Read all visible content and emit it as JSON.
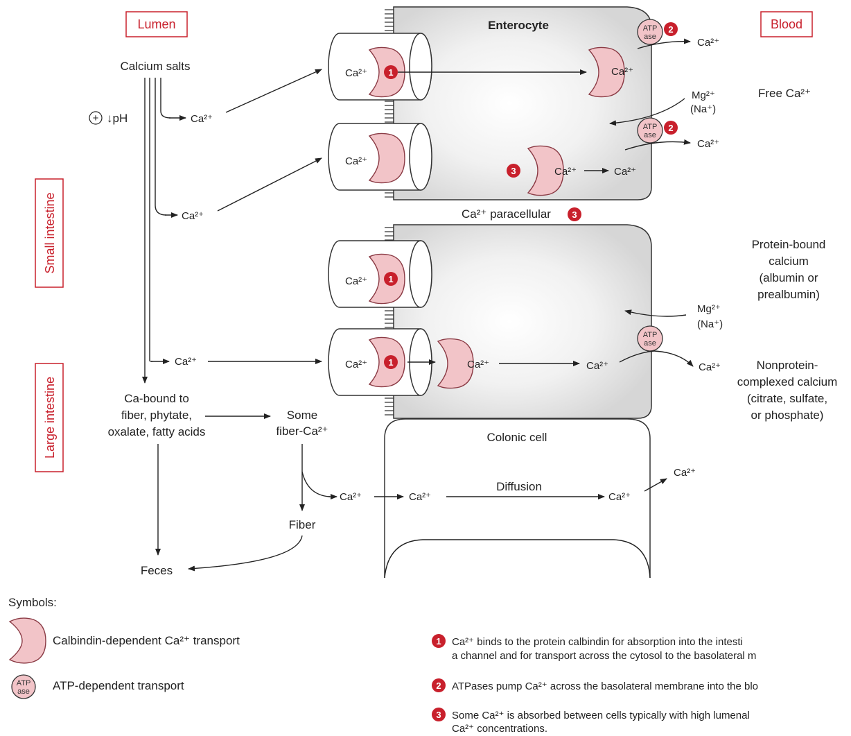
{
  "colors": {
    "accent_red": "#c8202c",
    "cell_gray": "#dcdcdc",
    "calbindin_pink": "#f2c4c8"
  },
  "labels": {
    "lumen": "Lumen",
    "blood": "Blood",
    "enterocyte": "Enterocyte",
    "colonic_cell": "Colonic cell",
    "small_intestine": "Small intestine",
    "large_intestine": "Large intestine",
    "calcium_salts": "Calcium salts",
    "ph_factor": "+ ↓pH",
    "ca_bound_1": "Ca-bound to",
    "ca_bound_2": "fiber, phytate,",
    "ca_bound_3": "oxalate, fatty acids",
    "some_1": "Some",
    "some_2": "fiber-Ca²⁺",
    "fiber": "Fiber",
    "feces": "Feces",
    "diffusion": "Diffusion",
    "paracellular": "Ca²⁺ paracellular",
    "ca": "Ca²⁺",
    "mg": "Mg²⁺",
    "na": "(Na⁺)",
    "atp_top": "ATP",
    "atp_bottom": "ase",
    "free_ca": "Free Ca²⁺",
    "protein_bound": [
      "Protein-bound",
      "calcium",
      "(albumin or",
      "prealbumin)"
    ],
    "nonprotein": [
      "Nonprotein-",
      "complexed calcium",
      "(citrate, sulfate,",
      "or phosphate)"
    ]
  },
  "badges": {
    "one": "1",
    "two": "2",
    "three": "3"
  },
  "symbols": {
    "title": "Symbols:",
    "calbindin": "Calbindin-dependent Ca²⁺ transport",
    "atp": "ATP-dependent transport"
  },
  "notes": {
    "n1_line1": "Ca²⁺ binds to the protein calbindin for absorption into the intesti",
    "n1_line2": "a channel and for transport across the cytosol to the basolateral m",
    "n2": "ATPases pump Ca²⁺ across the basolateral membrane into the blo",
    "n3_line1": "Some Ca²⁺ is absorbed between cells typically with high lumenal",
    "n3_line2": "Ca²⁺ concentrations."
  }
}
